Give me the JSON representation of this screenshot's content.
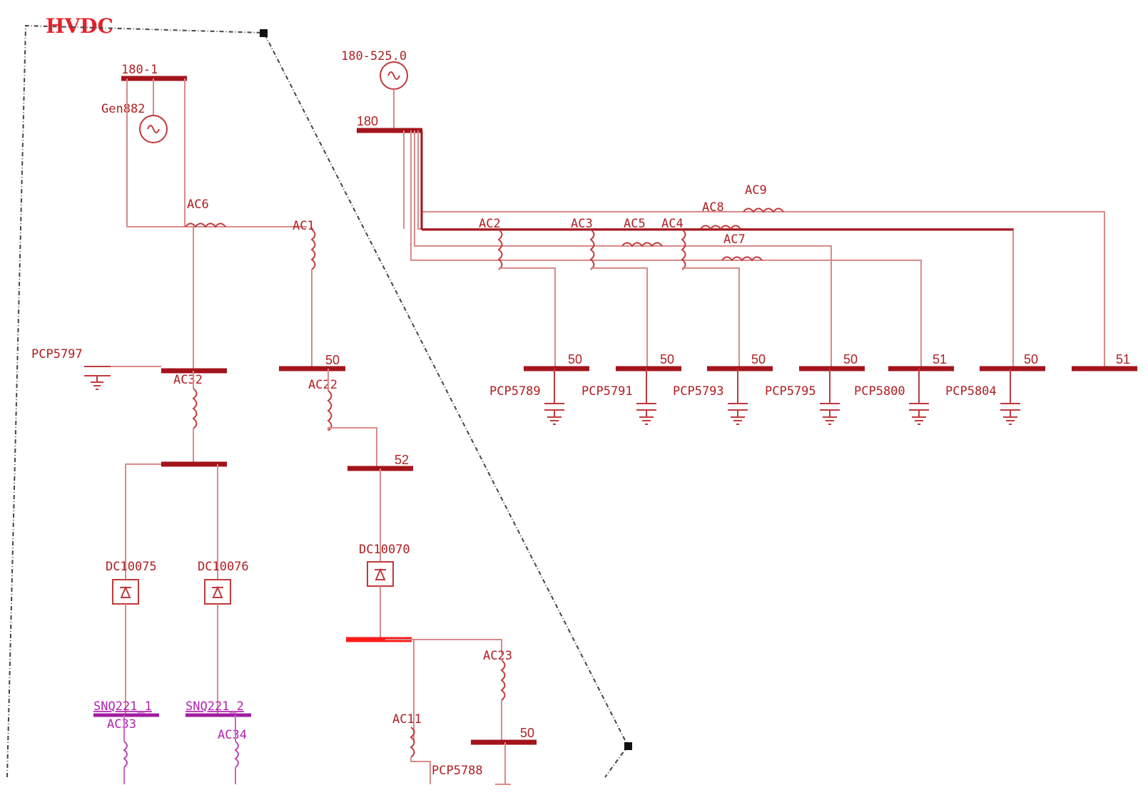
{
  "title": "HVDC",
  "labels": {
    "bus_180_1": "180-1",
    "gen882": "Gen882",
    "ac6": "AC6",
    "ac1": "AC1",
    "pcp5797": "PCP5797",
    "ac32": "AC32",
    "bus_50_left": "50",
    "ac22": "AC22",
    "bus_52": "52",
    "dc10075": "DC10075",
    "dc10076": "DC10076",
    "dc10070": "DC10070",
    "snq221_1": "SNQ221_1",
    "snq221_2": "SNQ221_2",
    "ac33": "AC33",
    "ac34": "AC34",
    "ac23": "AC23",
    "ac11": "AC11",
    "pcp5788": "PCP5788",
    "bus_50_bottom": "50",
    "gen_180_525": "180-525.0",
    "bus_180": "180",
    "ac2": "AC2",
    "ac3": "AC3",
    "ac5": "AC5",
    "ac4": "AC4",
    "ac7": "AC7",
    "ac8": "AC8",
    "ac9": "AC9"
  },
  "right_buses": [
    {
      "id": "50",
      "cap": "PCP5789"
    },
    {
      "id": "50",
      "cap": "PCP5791"
    },
    {
      "id": "50",
      "cap": "PCP5793"
    },
    {
      "id": "50",
      "cap": "PCP5795"
    },
    {
      "id": "51",
      "cap": "PCP5800"
    },
    {
      "id": "50",
      "cap": "PCP5804"
    },
    {
      "id": "51",
      "cap": ""
    }
  ],
  "colors": {
    "bus": "#a3141c",
    "bus_selected": "#ff1a1a",
    "wire": "#d98a8a",
    "dc_net": "#b025b0",
    "title": "#e8202a"
  },
  "icons": [
    "generator-icon",
    "inductor-icon",
    "rectifier-icon",
    "capacitor-ground-icon",
    "ground-icon"
  ]
}
